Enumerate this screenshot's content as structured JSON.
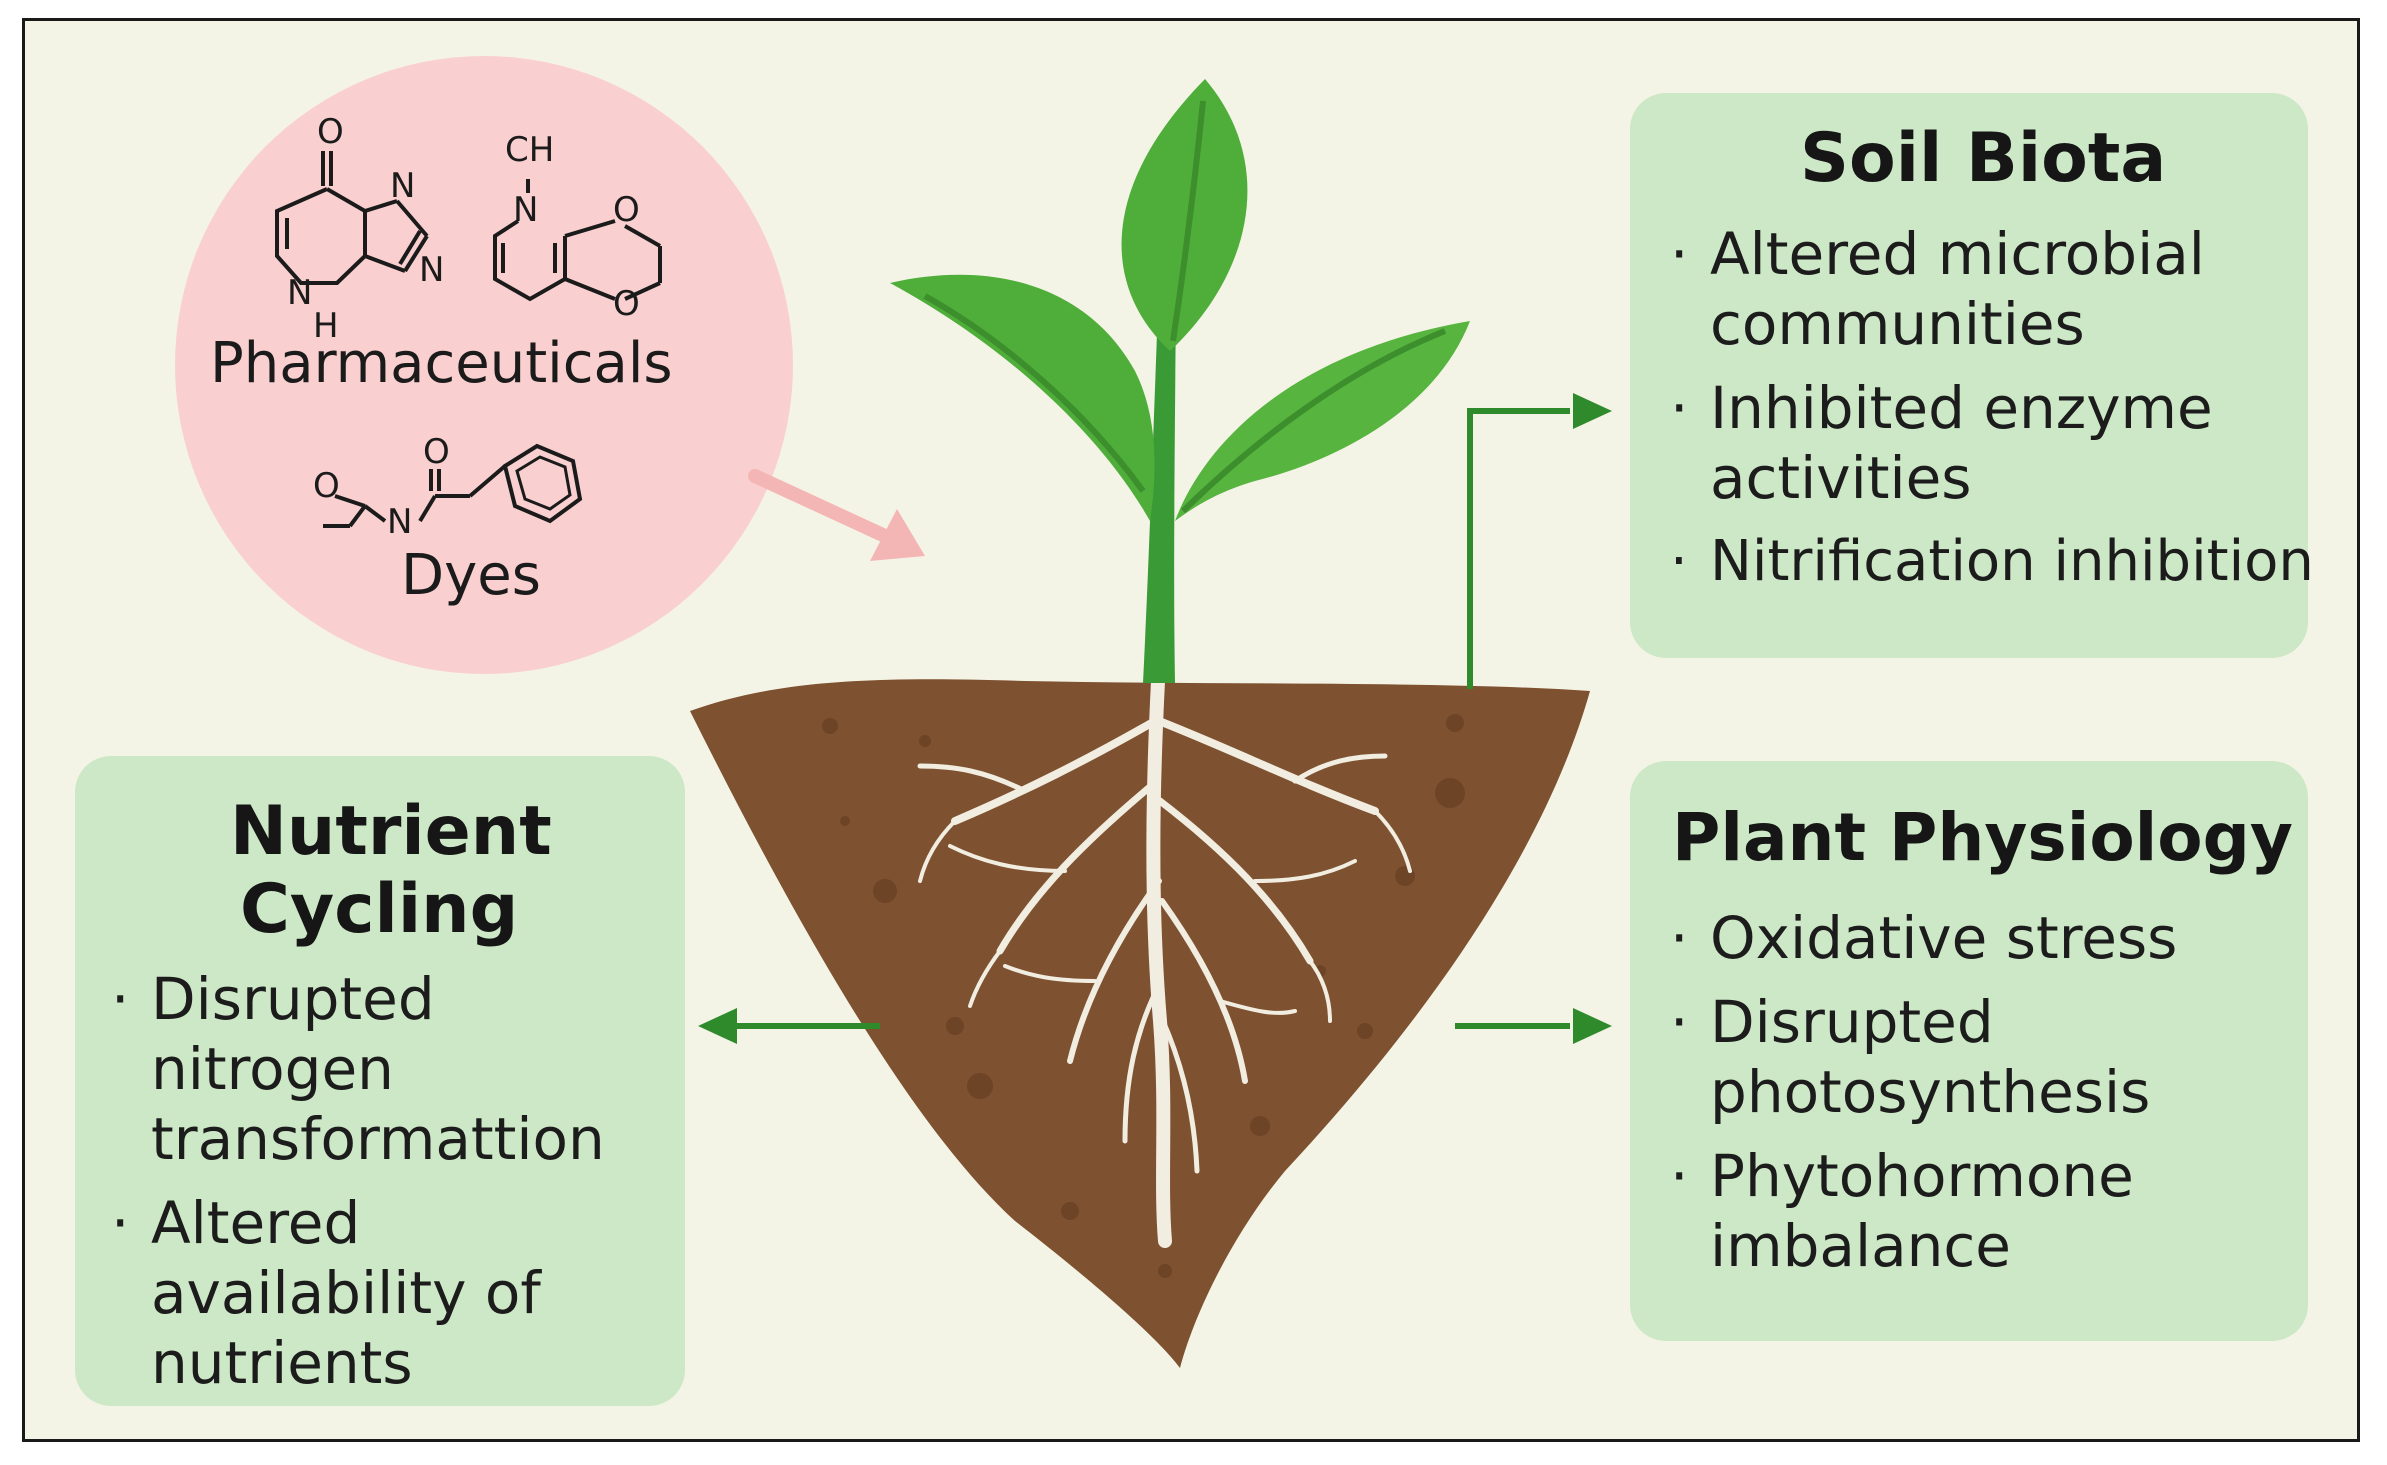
{
  "bubble": {
    "label_pharma": "Pharmaceuticals",
    "label_dyes": "Dyes",
    "atoms": {
      "m1_o": "O",
      "m1_n1": "N",
      "m1_n2": "N",
      "m1_n3": "N",
      "m1_h": "H",
      "m2_ch": "CH",
      "m2_n": "N",
      "m2_o1": "O",
      "m2_o2": "O",
      "m3_o1": "O",
      "m3_o2": "O",
      "m3_n": "N"
    }
  },
  "soil_biota": {
    "title": "Soil Biota",
    "bullets": [
      "Altered microbial communities",
      "Inhibited enzyme activities",
      "Nitrification inhibition"
    ]
  },
  "nutrient_cycling": {
    "title_line1": "Nutrient",
    "title_line2": "Cycling",
    "bullets": [
      "Disrupted nitrogen transformattion",
      "Altered availability of nutrients"
    ]
  },
  "plant_physiology": {
    "title": "Plant Physiology",
    "bullets": [
      "Oxidative stress",
      "Disrupted photosynthesis",
      "Phytohormone imbalance"
    ]
  },
  "colors": {
    "background": "#f4f4e6",
    "panel": "#cde8c6",
    "bubble": "#f9d0cf",
    "soil": "#7e5130",
    "leaf": "#52b23c",
    "arrow": "#2f8a2c"
  },
  "icons": [
    "plant-icon",
    "soil-icon",
    "root-icon",
    "arrow-icon",
    "molecule-icon"
  ]
}
